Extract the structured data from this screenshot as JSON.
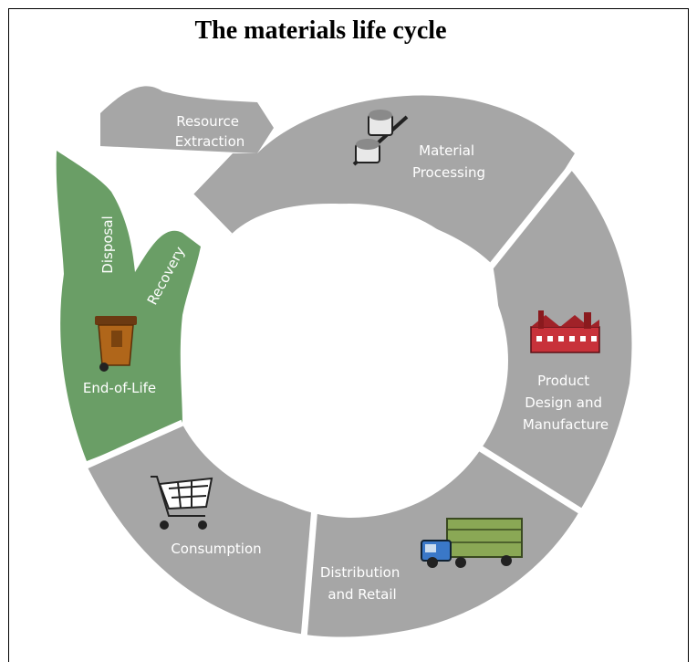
{
  "title": "The materials life cycle",
  "stages": {
    "resource_extraction": [
      "Resource",
      "Extraction"
    ],
    "material_processing": [
      "Material",
      "Processing"
    ],
    "product_design": [
      "Product",
      "Design and",
      "Manufacture"
    ],
    "distribution": [
      "Distribution",
      "and Retail"
    ],
    "consumption": [
      "Consumption"
    ],
    "end_of_life": [
      "End-of-Life"
    ],
    "disposal": [
      "Disposal"
    ],
    "recovery": [
      "Recovery"
    ]
  },
  "colors": {
    "segment": "#a6a6a6",
    "end_of_life": "#6a9e66",
    "label": "#ffffff"
  },
  "icons": [
    "ore-carts-icon",
    "factory-icon",
    "truck-icon",
    "shopping-cart-icon",
    "trash-bin-icon"
  ]
}
